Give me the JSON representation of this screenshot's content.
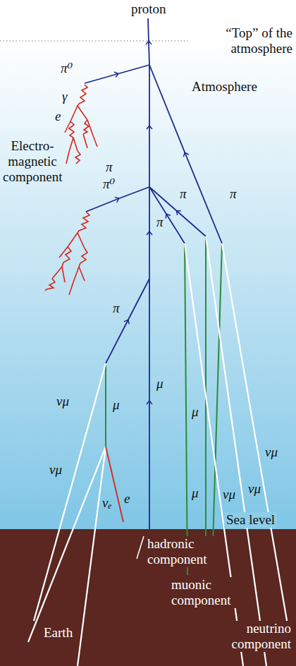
{
  "diagram": {
    "labels": [
      "proton",
      "“Top” of the atmosphere",
      "π⁰",
      "Atmosphere",
      "γ",
      "e",
      "Electro- magnetic component",
      "π",
      "π⁰",
      "π",
      "π",
      "π",
      "π",
      "μ",
      "νμ",
      "μ",
      "μ",
      "νμ",
      "νμ",
      "μ",
      "νμ",
      "νμ",
      "e",
      "νₑ",
      "Sea level",
      "hadronic component",
      "muonic component",
      "Earth",
      "neutrino component"
    ]
  }
}
